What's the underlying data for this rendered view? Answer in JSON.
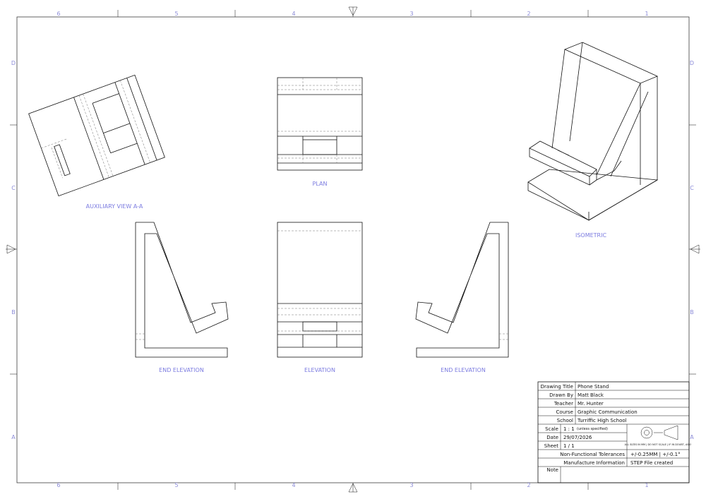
{
  "zones": {
    "columns": [
      "6",
      "5",
      "4",
      "3",
      "2",
      "1"
    ],
    "rows": [
      "D",
      "C",
      "B",
      "A"
    ]
  },
  "views": {
    "auxiliary": "AUXILIARY VIEW A-A",
    "plan": "PLAN",
    "isometric": "ISOMETRIC",
    "end_elevation_left": "END ELEVATION",
    "elevation": "ELEVATION",
    "end_elevation_right": "END ELEVATION"
  },
  "title_block": {
    "drawing_title_label": "Drawing Title",
    "drawing_title": "Phone Stand",
    "drawn_by_label": "Drawn By",
    "drawn_by": "Matt Black",
    "teacher_label": "Teacher",
    "teacher": "Mr. Hunter",
    "course_label": "Course",
    "course": "Graphic Communication",
    "school_label": "School",
    "school": "Turriffic High School",
    "scale_label": "Scale",
    "scale": "1 : 1",
    "scale_note": "(unless specified)",
    "date_label": "Date",
    "date": "29/07/2026",
    "sheet_label": "Sheet",
    "sheet": "1 / 1",
    "projection_note": "ALL SIZES IN MM | DO NOT SCALE | IF IN DOUBT, ASK!",
    "tolerances_label": "Non-Functional Tolerances",
    "tolerances": "+/-0.25MM | +/-0.1°",
    "manufacture_label": "Manufacture Information",
    "manufacture": "STEP File created",
    "note_label": "Note",
    "note": ""
  }
}
